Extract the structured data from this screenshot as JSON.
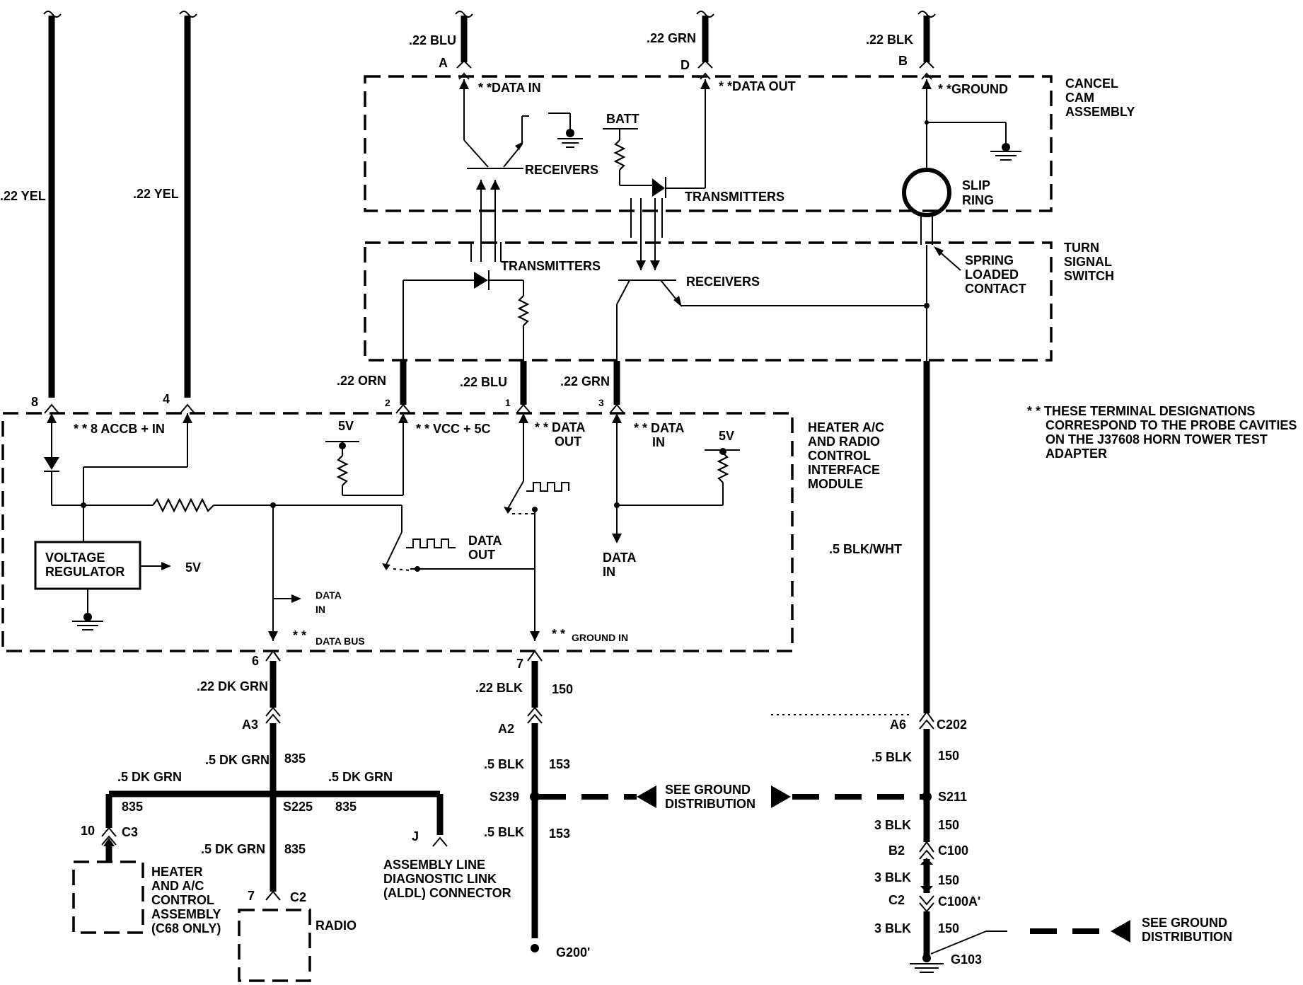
{
  "diagram": {
    "boxes": {
      "cancel_cam": [
        "CANCEL",
        "CAM",
        "ASSEMBLY"
      ],
      "turn_signal": [
        "TURN",
        "SIGNAL",
        "SWITCH"
      ],
      "interface_module": [
        "HEATER A/C",
        "AND RADIO",
        "CONTROL",
        "INTERFACE",
        "MODULE"
      ],
      "heater_ac_control": [
        "HEATER",
        "AND A/C",
        "CONTROL",
        "ASSEMBLY",
        "(C68 ONLY)"
      ],
      "radio": "RADIO",
      "aldl": [
        "ASSEMBLY LINE",
        "DIAGNOSTIC LINK",
        "(ALDL) CONNECTOR"
      ]
    },
    "note": [
      "* *  THESE TERMINAL DESIGNATIONS",
      "CORRESPOND TO THE PROBE CAVITIES",
      "ON THE J37608 HORN TOWER TEST",
      "ADAPTER"
    ],
    "top_wires": {
      "blu": ".22 BLU",
      "grn": ".22 GRN",
      "blk": ".22 BLK",
      "yel_left": ".22 YEL",
      "yel_right": ".22 YEL"
    },
    "cancel_cam_terms": {
      "a": "A",
      "d": "D",
      "b": "B",
      "data_in": "* *DATA IN",
      "data_out": "* *DATA OUT",
      "ground": "* *GROUND"
    },
    "cancel_cam_parts": {
      "receivers": "RECEIVERS",
      "batt": "BATT",
      "transmitters": "TRANSMITTERS",
      "slip_ring": [
        "SLIP",
        "RING"
      ]
    },
    "turn_signal_parts": {
      "transmitters": "TRANSMITTERS",
      "receivers": "RECEIVERS",
      "spring_contact": [
        "SPRING",
        "LOADED",
        "CONTACT"
      ]
    },
    "middle_wires": {
      "orn": ".22 ORN",
      "blu": ".22 BLU",
      "grn": ".22 GRN",
      "blk_wht": ".5 BLK/WHT"
    },
    "module_terms": {
      "t8": "8",
      "t4": "4",
      "t2": "2",
      "t1": "1",
      "t3": "3",
      "accb": "* *  8 ACCB + IN",
      "vcc": "* *  VCC + 5C",
      "data_out_top": [
        "* *  DATA",
        "OUT"
      ],
      "data_in_top": [
        "* *  DATA",
        "IN"
      ]
    },
    "module_parts": {
      "vr": [
        "VOLTAGE",
        "REGULATOR"
      ],
      "vr_out": "5V",
      "five_v_left": "5V",
      "five_v_right": "5V",
      "data_out_mid": [
        "DATA",
        "OUT"
      ],
      "data_in_small": [
        "DATA",
        "IN"
      ],
      "data_in_right": [
        "DATA",
        "IN"
      ],
      "data_bus": "DATA BUS",
      "ground_in": "GROUND IN",
      "stars_bus": "* *",
      "stars_gnd": "* *"
    },
    "lower_left": {
      "t6": "6",
      "w1": ".22 DK GRN",
      "a3": "A3",
      "w2": ".5 DK GRN",
      "c2": "835",
      "w3_left": ".5 DK GRN",
      "c3_left": "835",
      "w3_right": ".5 DK GRN",
      "c3_right": "835",
      "s225": "S225",
      "w4": ".5 DK GRN",
      "c4": "835",
      "t10": "10",
      "conn_c3": "C3",
      "t7": "7",
      "conn_c2": "C2",
      "aldl_j": "J"
    },
    "lower_mid": {
      "t7": "7",
      "w1": ".22 BLK",
      "c1": "150",
      "a2": "A2",
      "w2": ".5 BLK",
      "c2": "153",
      "s239": "S239",
      "w3": ".5 BLK",
      "c3": "153",
      "g200": "G200'",
      "see_ground": [
        "SEE GROUND",
        "DISTRIBUTION"
      ]
    },
    "lower_right": {
      "a6": "A6",
      "c202": "C202",
      "w1": ".5 BLK",
      "c1": "150",
      "s211": "S211",
      "w2": "3 BLK",
      "c2": "150",
      "b2": "B2",
      "c100": "C100",
      "w3": "3 BLK",
      "c3": "150",
      "c2b": "C2",
      "c100a": "C100A'",
      "w4": "3 BLK",
      "c4": "150",
      "g103": "G103",
      "see_ground": [
        "SEE GROUND",
        "DISTRIBUTION"
      ]
    }
  }
}
